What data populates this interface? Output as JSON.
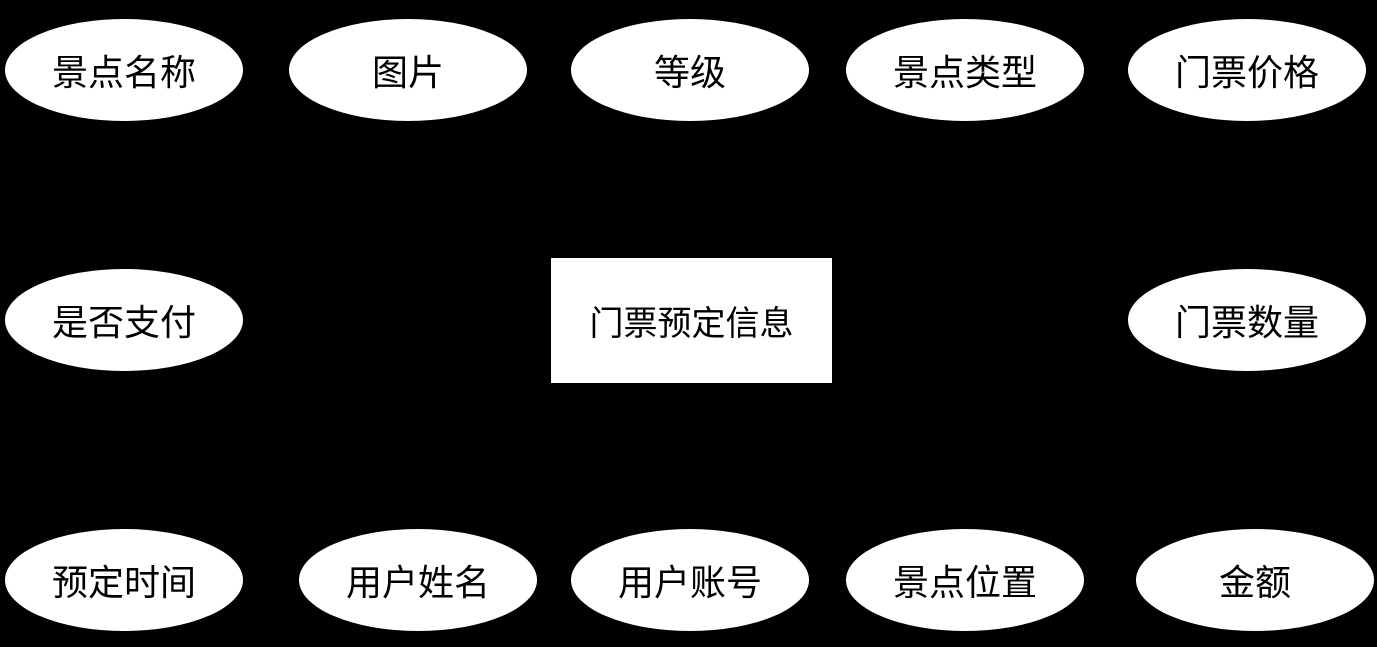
{
  "entity": "门票预定信息",
  "attributes": {
    "top": [
      "景点名称",
      "图片",
      "等级",
      "景点类型",
      "门票价格"
    ],
    "middle_left": "是否支付",
    "middle_right": "门票数量",
    "bottom": [
      "预定时间",
      "用户姓名",
      "用户账号",
      "景点位置",
      "金额"
    ]
  }
}
